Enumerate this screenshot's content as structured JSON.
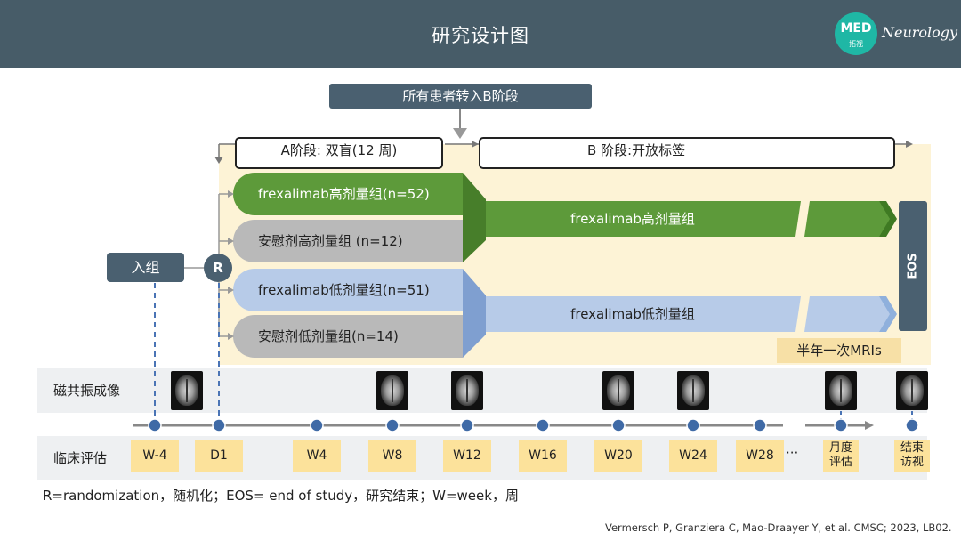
{
  "header": {
    "title": "研究设计图",
    "logo": {
      "med": "MED",
      "sub": "拓视",
      "text": "Neurology"
    }
  },
  "banner": "所有患者转入B阶段",
  "phases": {
    "a": "A阶段: 双盲(12 周)",
    "b": "B 阶段:开放标签"
  },
  "enroll": "入组",
  "randomize": "R",
  "arms": [
    "frexalimab高剂量组(n=52)",
    "安慰剂高剂量组 (n=12)",
    "frexalimab低剂量组(n=51)",
    "安慰剂低剂量组(n=14)"
  ],
  "b_streams": {
    "high": "frexalimab高剂量组",
    "low": "frexalimab低剂量组"
  },
  "eos": "EOS",
  "mri_note": "半年一次MRIs",
  "rows": {
    "mri": "磁共振成像",
    "clinical": "临床评估"
  },
  "weeks": [
    "W-4",
    "D1",
    "W4",
    "W8",
    "W12",
    "W16",
    "W20",
    "W24",
    "W28"
  ],
  "ellipsis": "···",
  "monthly": [
    "月度",
    "评估"
  ],
  "end_visit": [
    "结束",
    "访视"
  ],
  "footnote": "R=randomization，随机化；EOS= end of study，研究结束；W=week，周",
  "citation": "Vermersch P, Granziera C, Mao-Draayer Y, et al. CMSC; 2023, LB02.",
  "colors": {
    "header": "#475c68",
    "dark_node": "#4a6070",
    "green": "#5d9a3a",
    "blue_light": "#b7cbe8",
    "gray": "#b9b9b9",
    "yellow": "#fce29b",
    "dot": "#3f6aa6"
  }
}
